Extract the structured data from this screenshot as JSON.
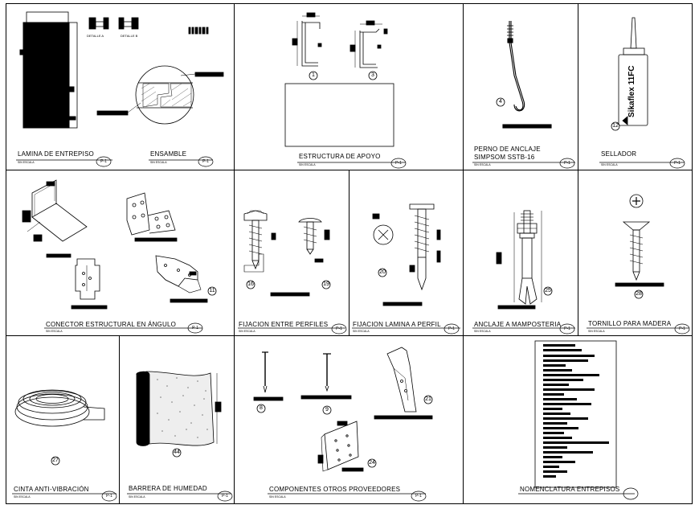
{
  "panels": [
    {
      "id": "lamina",
      "title": "LAMINA DE ENTREPISO",
      "scale": "SIN ESCALA",
      "ref": "P-1"
    },
    {
      "id": "ensamble",
      "title": "ENSAMBLE",
      "scale": "SIN ESCALA",
      "ref": "P-1"
    },
    {
      "id": "estructura",
      "title": "ESTRUCTURA DE APOYO",
      "scale": "SIN ESCALA",
      "ref": "P-1"
    },
    {
      "id": "perno",
      "title": "PERNO DE ANCLAJE",
      "title2": "SIMPSOM SSTB-16",
      "scale": "SIN ESCALA",
      "ref": "P-1"
    },
    {
      "id": "sellador",
      "title": "SELLADOR",
      "scale": "SIN ESCALA",
      "ref": "P-1"
    },
    {
      "id": "conector",
      "title": "CONECTOR ESTRUCTURAL EN ÁNGULO",
      "scale": "SIN ESCALA",
      "ref": "P-1"
    },
    {
      "id": "fij_perfiles",
      "title": "FIJACION ENTRE PERFILES",
      "scale": "SIN ESCALA",
      "ref": "P-1"
    },
    {
      "id": "fij_lamina",
      "title": "FIJACION LAMINA A PERFIL",
      "scale": "SIN ESCALA",
      "ref": "P-1"
    },
    {
      "id": "anclaje",
      "title": "ANCLAJE A MAMPOSTERIA",
      "scale": "SIN ESCALA",
      "ref": "P-1"
    },
    {
      "id": "tornillo",
      "title": "TORNILLO PARA MADERA",
      "scale": "SIN ESCALA",
      "ref": "P-1"
    },
    {
      "id": "cinta",
      "title": "CINTA ANTI-VIBRACIÓN",
      "scale": "SIN ESCALA",
      "ref": "P-1"
    },
    {
      "id": "barrera",
      "title": "BARRERA DE HUMEDAD",
      "scale": "SIN ESCALA",
      "ref": "P-1"
    },
    {
      "id": "componentes",
      "title": "COMPONENTES OTROS PROVEEDORES",
      "scale": "SIN ESCALA",
      "ref": "P-1"
    },
    {
      "id": "nomenclatura",
      "title": "NOMENCLATURA ENTREPISOS",
      "scale": "",
      "ref": ""
    }
  ],
  "detail_labels": {
    "a": "DETALLE A",
    "b": "DETALLE B"
  },
  "product_label": "Sikaflex 11FC",
  "item_numbers": {
    "estr_1": "1",
    "estr_3": "3",
    "perno": "4",
    "sellador": "12",
    "conector": "11",
    "perfiles_a": "16",
    "perfiles_b": "19",
    "lamina": "20",
    "anclaje": "25",
    "tornillo": "28",
    "cinta": "27",
    "barrera": "44",
    "comp_a": "8",
    "comp_b": "9",
    "comp_c": "21",
    "comp_d": "24"
  }
}
